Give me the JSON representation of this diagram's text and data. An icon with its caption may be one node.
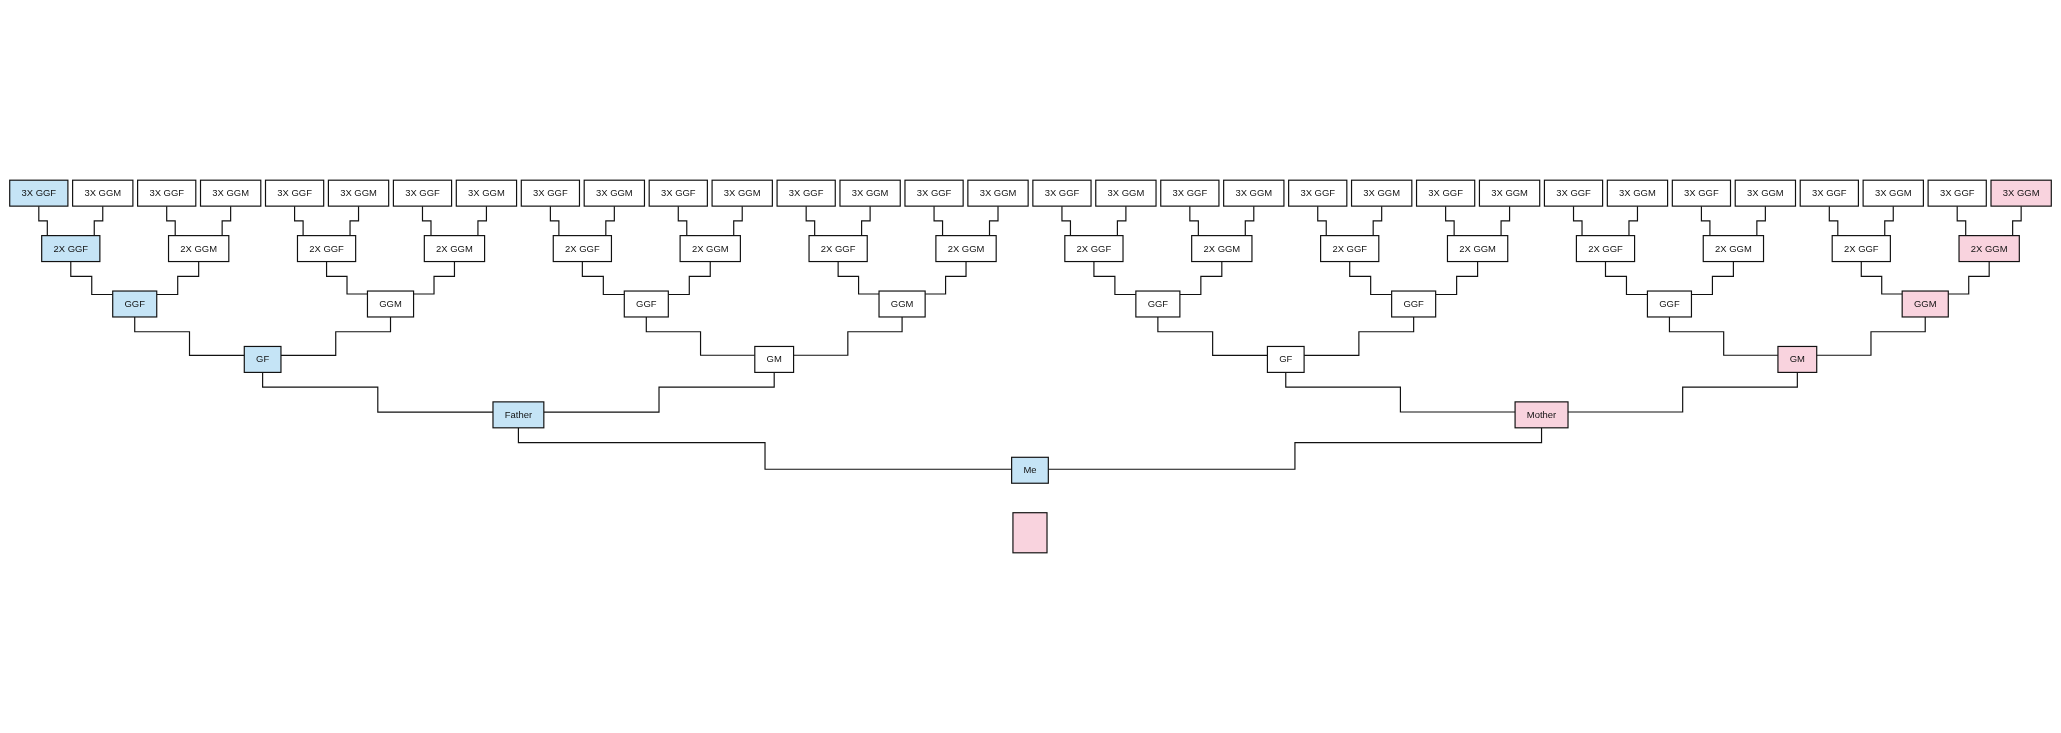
{
  "diagram": {
    "nodes": [
      {
        "text": [
          "3X GGF"
        ]
      },
      {
        "text": [
          "3X GGM"
        ]
      },
      {
        "text": [
          "3X GGF"
        ]
      },
      {
        "text": [
          "3X GGM"
        ]
      },
      {
        "text": [
          "3X GGF"
        ]
      },
      {
        "text": [
          "3X GGM"
        ]
      },
      {
        "text": [
          "3X GGF"
        ]
      },
      {
        "text": [
          "3X GGM"
        ]
      },
      {
        "text": [
          "3X GGF"
        ]
      },
      {
        "text": [
          "3X GGM"
        ]
      },
      {
        "text": [
          "3X GGF"
        ]
      },
      {
        "text": [
          "3X GGM"
        ]
      },
      {
        "text": [
          "3X GGF"
        ]
      },
      {
        "text": [
          "3X GGM"
        ]
      },
      {
        "text": [
          "3X GGF"
        ]
      },
      {
        "text": [
          "3X GGM"
        ]
      },
      {
        "text": [
          "3X GGF"
        ]
      },
      {
        "text": [
          "3X GGM"
        ]
      },
      {
        "text": [
          "3X GGF"
        ]
      },
      {
        "text": [
          "3X GGM"
        ]
      },
      {
        "text": [
          "3X GGF"
        ]
      },
      {
        "text": [
          "3X GGM"
        ]
      },
      {
        "text": [
          "3X GGF"
        ]
      },
      {
        "text": [
          "3X GGM"
        ]
      },
      {
        "text": [
          "3X GGF"
        ]
      },
      {
        "text": [
          "3X GGM"
        ]
      },
      {
        "text": [
          "3X GGF"
        ]
      },
      {
        "text": [
          "3X GGM"
        ]
      },
      {
        "text": [
          "3X GGF"
        ]
      },
      {
        "text": [
          "3X GGM"
        ]
      },
      {
        "text": [
          "3X GGF"
        ]
      },
      {
        "text": [
          "3X GGM"
        ]
      },
      {
        "text": [
          "2X GGF"
        ]
      },
      {
        "text": [
          "2X GGM"
        ]
      },
      {
        "text": [
          "2X GGF"
        ]
      },
      {
        "text": [
          "2X GGM"
        ]
      },
      {
        "text": [
          "2X GGF"
        ]
      },
      {
        "text": [
          "2X GGM"
        ]
      },
      {
        "text": [
          "2X GGF"
        ]
      },
      {
        "text": [
          "2X GGM"
        ]
      },
      {
        "text": [
          "2X GGF"
        ]
      },
      {
        "text": [
          "2X GGM"
        ]
      },
      {
        "text": [
          "2X GGF"
        ]
      },
      {
        "text": [
          "2X GGM"
        ]
      },
      {
        "text": [
          "2X GGF"
        ]
      },
      {
        "text": [
          "2X GGM"
        ]
      },
      {
        "text": [
          "2X GGF"
        ]
      },
      {
        "text": [
          "2X GGM"
        ]
      },
      {
        "text": [
          "GGF"
        ]
      },
      {
        "text": [
          "GGM"
        ]
      },
      {
        "text": [
          "GGF"
        ]
      },
      {
        "text": [
          "GGM"
        ]
      },
      {
        "text": [
          "GGF"
        ]
      },
      {
        "text": [
          "GGF"
        ]
      },
      {
        "text": [
          "GGF"
        ]
      },
      {
        "text": [
          "GGM"
        ]
      },
      {
        "text": [
          "GF"
        ]
      },
      {
        "text": [
          "GM"
        ]
      },
      {
        "text": [
          "GF"
        ]
      },
      {
        "text": [
          "GM"
        ]
      },
      {
        "text": [
          "Father"
        ]
      },
      {
        "text": [
          "Mother"
        ]
      },
      {
        "text": [
          "Me"
        ]
      },
      {
        "text": [],
        "shape": "box"
      }
    ],
    "edges": [
      {
        "from": 32,
        "to": 0,
        "arrow": "none"
      },
      {
        "from": 32,
        "to": 1,
        "arrow": "none"
      },
      {
        "from": 33,
        "to": 2,
        "arrow": "none"
      },
      {
        "from": 33,
        "to": 3,
        "arrow": "none"
      },
      {
        "from": 34,
        "to": 4,
        "arrow": "none"
      },
      {
        "from": 34,
        "to": 5,
        "arrow": "none"
      },
      {
        "from": 35,
        "to": 6,
        "arrow": "none"
      },
      {
        "from": 35,
        "to": 7,
        "arrow": "none"
      },
      {
        "from": 36,
        "to": 8,
        "arrow": "none"
      },
      {
        "from": 36,
        "to": 9,
        "arrow": "none"
      },
      {
        "from": 37,
        "to": 10,
        "arrow": "none"
      },
      {
        "from": 37,
        "to": 11,
        "arrow": "none"
      },
      {
        "from": 38,
        "to": 12,
        "arrow": "none"
      },
      {
        "from": 38,
        "to": 13,
        "arrow": "none"
      },
      {
        "from": 39,
        "to": 14,
        "arrow": "none"
      },
      {
        "from": 39,
        "to": 15,
        "arrow": "none"
      },
      {
        "from": 40,
        "to": 16,
        "arrow": "none"
      },
      {
        "from": 40,
        "to": 17,
        "arrow": "none"
      },
      {
        "from": 41,
        "to": 18,
        "arrow": "none"
      },
      {
        "from": 41,
        "to": 19,
        "arrow": "none"
      },
      {
        "from": 42,
        "to": 20,
        "arrow": "none"
      },
      {
        "from": 42,
        "to": 21,
        "arrow": "none"
      },
      {
        "from": 43,
        "to": 22,
        "arrow": "none"
      },
      {
        "from": 43,
        "to": 23,
        "arrow": "none"
      },
      {
        "from": 44,
        "to": 24,
        "arrow": "none"
      },
      {
        "from": 44,
        "to": 25,
        "arrow": "none"
      },
      {
        "from": 45,
        "to": 26,
        "arrow": "none"
      },
      {
        "from": 45,
        "to": 27,
        "arrow": "none"
      },
      {
        "from": 46,
        "to": 28,
        "arrow": "none"
      },
      {
        "from": 46,
        "to": 29,
        "arrow": "none"
      },
      {
        "from": 47,
        "to": 30,
        "arrow": "none"
      },
      {
        "from": 47,
        "to": 31,
        "arrow": "none"
      },
      {
        "from": 48,
        "to": 32,
        "arrow": "none"
      },
      {
        "from": 48,
        "to": 33,
        "arrow": "none"
      },
      {
        "from": 49,
        "to": 34,
        "arrow": "none"
      },
      {
        "from": 49,
        "to": 35,
        "arrow": "none"
      },
      {
        "from": 50,
        "to": 36,
        "arrow": "none"
      },
      {
        "from": 50,
        "to": 37,
        "arrow": "none"
      },
      {
        "from": 51,
        "to": 38,
        "arrow": "none"
      },
      {
        "from": 51,
        "to": 39,
        "arrow": "none"
      },
      {
        "from": 52,
        "to": 40,
        "arrow": "none"
      },
      {
        "from": 52,
        "to": 41,
        "arrow": "none"
      },
      {
        "from": 53,
        "to": 42,
        "arrow": "none"
      },
      {
        "from": 53,
        "to": 43,
        "arrow": "none"
      },
      {
        "from": 54,
        "to": 44,
        "arrow": "none"
      },
      {
        "from": 54,
        "to": 45,
        "arrow": "none"
      },
      {
        "from": 55,
        "to": 46,
        "arrow": "none"
      },
      {
        "from": 55,
        "to": 47,
        "arrow": "none"
      },
      {
        "from": 56,
        "to": 48,
        "arrow": "none"
      },
      {
        "from": 56,
        "to": 49,
        "arrow": "none"
      },
      {
        "from": 57,
        "to": 50,
        "arrow": "none"
      },
      {
        "from": 57,
        "to": 51,
        "arrow": "none"
      },
      {
        "from": 58,
        "to": 52,
        "arrow": "none"
      },
      {
        "from": 58,
        "to": 53,
        "arrow": "none"
      },
      {
        "from": 59,
        "to": 54,
        "arrow": "none"
      },
      {
        "from": 59,
        "to": 55,
        "arrow": "none"
      },
      {
        "from": 60,
        "to": 56,
        "arrow": "none"
      },
      {
        "from": 60,
        "to": 57,
        "arrow": "none"
      },
      {
        "from": 61,
        "to": 58,
        "arrow": "none"
      },
      {
        "from": 61,
        "to": 59,
        "arrow": "none"
      },
      {
        "from": 62,
        "to": 60,
        "arrow": "none"
      },
      {
        "from": 62,
        "to": 61,
        "arrow": "none"
      }
    ]
  }
}
